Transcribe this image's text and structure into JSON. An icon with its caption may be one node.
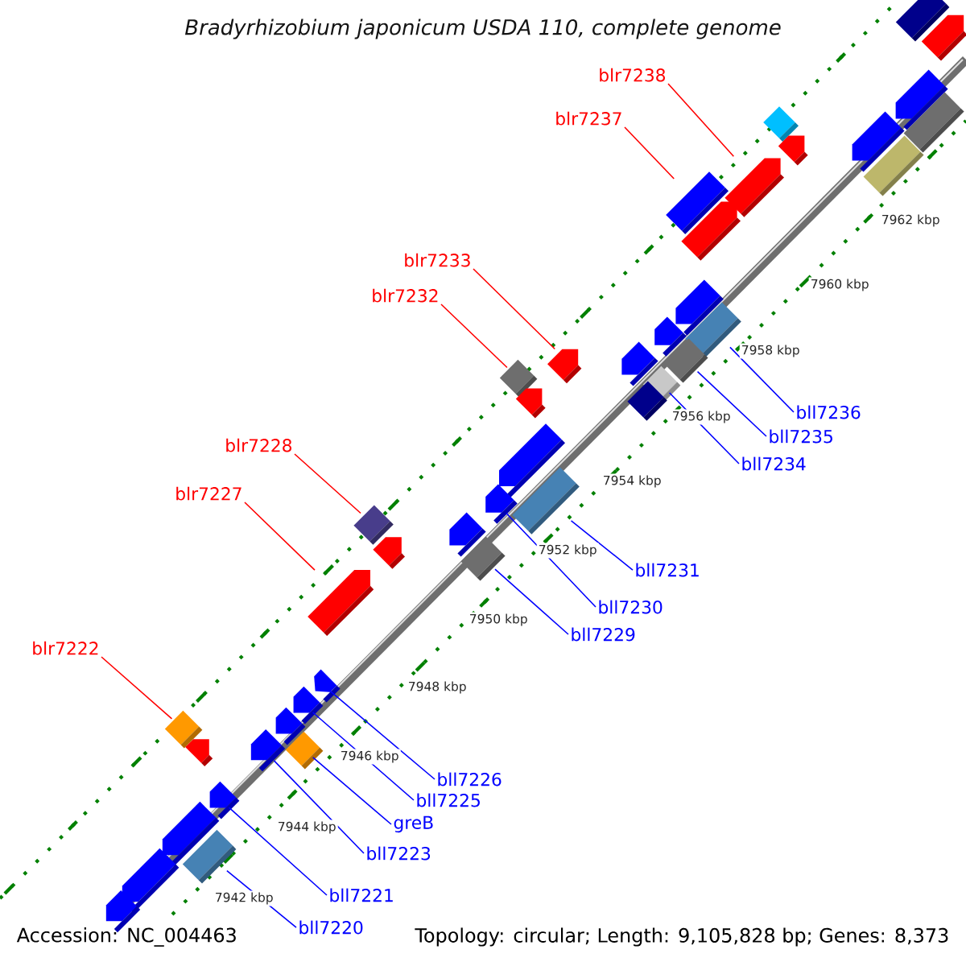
{
  "diagram": {
    "title": "Bradyrhizobium japonicum USDA 110, complete genome",
    "nodes": [
      {
        "text": [
          "blr7238"
        ]
      },
      {
        "text": [
          "blr7237"
        ]
      },
      {
        "text": [
          "blr7233"
        ]
      },
      {
        "text": [
          "blr7232"
        ]
      },
      {
        "text": [
          "bll7236"
        ]
      },
      {
        "text": [
          "bll7235"
        ]
      },
      {
        "text": [
          "blr7228"
        ]
      },
      {
        "text": [
          "bll7234"
        ]
      },
      {
        "text": [
          "blr7227"
        ]
      },
      {
        "text": [
          "bll7231"
        ]
      },
      {
        "text": [
          "bll7230"
        ]
      },
      {
        "text": [
          "bll7229"
        ]
      },
      {
        "text": [
          "blr7222"
        ]
      },
      {
        "text": [
          "bll7226"
        ]
      },
      {
        "text": [
          "bll7225"
        ]
      },
      {
        "text": [
          "greB"
        ]
      },
      {
        "text": [
          "bll7223"
        ]
      },
      {
        "text": [
          "bll7221"
        ]
      },
      {
        "text": [
          "bll7220"
        ]
      },
      {
        "text": [],
        "shape": "box"
      },
      {
        "text": [],
        "shape": "pentagon"
      },
      {
        "text": [],
        "shape": "pentagon"
      },
      {
        "text": [],
        "shape": "box"
      },
      {
        "text": [],
        "shape": "box"
      },
      {
        "text": [],
        "shape": "pentagon"
      },
      {
        "text": [],
        "shape": "pentagon"
      },
      {
        "text": [],
        "shape": "box"
      },
      {
        "text": [],
        "shape": "pentagon"
      },
      {
        "text": [],
        "shape": "box"
      },
      {
        "text": [],
        "shape": "pentagon"
      },
      {
        "text": [],
        "shape": "pentagon"
      },
      {
        "text": [],
        "shape": "box"
      },
      {
        "text": [],
        "shape": "pentagon"
      },
      {
        "text": [],
        "shape": "box"
      },
      {
        "text": [],
        "shape": "pentagon"
      },
      {
        "text": [],
        "shape": "pentagon"
      },
      {
        "text": [],
        "shape": "box"
      },
      {
        "text": [],
        "shape": "box"
      },
      {
        "text": [],
        "shape": "pentagon"
      },
      {
        "text": [],
        "shape": "box"
      },
      {
        "text": [],
        "shape": "pentagon"
      },
      {
        "text": [],
        "shape": "box"
      },
      {
        "text": [],
        "shape": "pentagon"
      },
      {
        "text": [],
        "shape": "box"
      },
      {
        "text": [],
        "shape": "pentagon"
      },
      {
        "text": [],
        "shape": "pentagon"
      },
      {
        "text": [],
        "shape": "box"
      },
      {
        "text": [],
        "shape": "pentagon"
      },
      {
        "text": [],
        "shape": "pentagon"
      },
      {
        "text": [],
        "shape": "pentagon"
      },
      {
        "text": [],
        "shape": "pentagon"
      },
      {
        "text": [],
        "shape": "box"
      },
      {
        "text": [],
        "shape": "pentagon"
      },
      {
        "text": [],
        "shape": "pentagon"
      },
      {
        "text": [],
        "shape": "box"
      },
      {
        "text": [],
        "shape": "pentagon"
      },
      {
        "text": [],
        "shape": "pentagon"
      },
      {
        "text": [],
        "shape": "box"
      },
      {
        "text": [],
        "shape": "pentagon"
      },
      {
        "text": [],
        "shape": "pentagon"
      }
    ],
    "edges": [
      {
        "from": 0,
        "to": 27,
        "arrow": "none",
        "color": "#ff0000"
      },
      {
        "from": 1,
        "to": 28,
        "arrow": "none",
        "color": "#ff0000"
      },
      {
        "from": 2,
        "to": 34,
        "arrow": "none",
        "color": "#ff0000"
      },
      {
        "from": 3,
        "to": 36,
        "arrow": "none",
        "color": "#ff0000"
      },
      {
        "from": 4,
        "to": 31,
        "arrow": "none"
      },
      {
        "from": 5,
        "to": 33,
        "arrow": "none"
      },
      {
        "from": 6,
        "to": 43,
        "arrow": "none",
        "color": "#ff0000"
      },
      {
        "from": 7,
        "to": 37,
        "arrow": "none"
      },
      {
        "from": 8,
        "to": 47,
        "arrow": "none",
        "color": "#ff0000"
      },
      {
        "from": 9,
        "to": 41,
        "arrow": "none"
      },
      {
        "from": 10,
        "to": 42,
        "arrow": "none"
      },
      {
        "from": 11,
        "to": 46,
        "arrow": "none"
      },
      {
        "from": 12,
        "to": 51,
        "arrow": "none",
        "color": "#ff0000"
      },
      {
        "from": 13,
        "to": 48,
        "arrow": "none"
      },
      {
        "from": 14,
        "to": 49,
        "arrow": "none"
      },
      {
        "from": 15,
        "to": 54,
        "arrow": "none"
      },
      {
        "from": 16,
        "to": 53,
        "arrow": "none"
      },
      {
        "from": 17,
        "to": 55,
        "arrow": "none"
      },
      {
        "from": 18,
        "to": 57,
        "arrow": "none"
      }
    ],
    "labels": [
      "7962 kbp",
      "7960 kbp",
      "7958 kbp",
      "7956 kbp",
      "7954 kbp",
      "7952 kbp",
      "7950 kbp",
      "7948 kbp",
      "7946 kbp",
      "7944 kbp",
      "7942 kbp",
      "Accession: NC_004463",
      "Topology: circular; Length: 9,105,828 bp; Genes: 8,373"
    ]
  }
}
